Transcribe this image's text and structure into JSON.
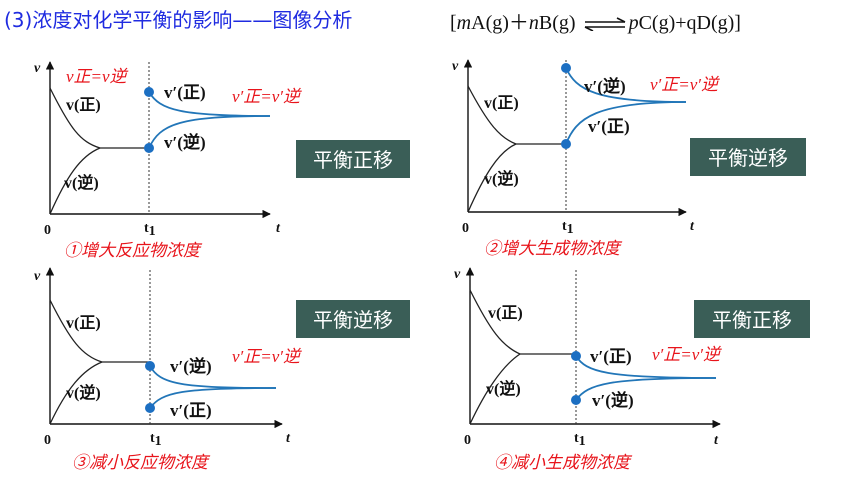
{
  "header": {
    "title": "(3)浓度对化学平衡的影响——图像分析",
    "eq_open": "[",
    "eq_m": "m",
    "eq_a": "A(g)＋",
    "eq_n": "n",
    "eq_b": "B(g) ",
    "eq_p": "p",
    "eq_c": "C(g)+qD(g)]"
  },
  "labels": {
    "v": "v",
    "t": "t",
    "origin": "0",
    "t1": "t",
    "t1_sub": "1",
    "forward": "v(正)",
    "reverse": "v(逆)",
    "forward_prime": "v′(正)",
    "reverse_prime": "v′(逆)",
    "equal_before": "v正=v逆",
    "equal_after": "v′正=v′逆"
  },
  "panels": [
    {
      "caption": "①增大反应物浓度",
      "shift": "平衡正移"
    },
    {
      "caption": "②增大生成物浓度",
      "shift": "平衡逆移"
    },
    {
      "caption": "③减小反应物浓度",
      "shift": "平衡逆移"
    },
    {
      "caption": "④减小生成物浓度",
      "shift": "平衡正移"
    }
  ],
  "colors": {
    "title": "#1f2be0",
    "curve_after": "#2276b8",
    "point": "#1c6fc2",
    "red": "#e8141b",
    "shift_box": "#3a5e57"
  }
}
